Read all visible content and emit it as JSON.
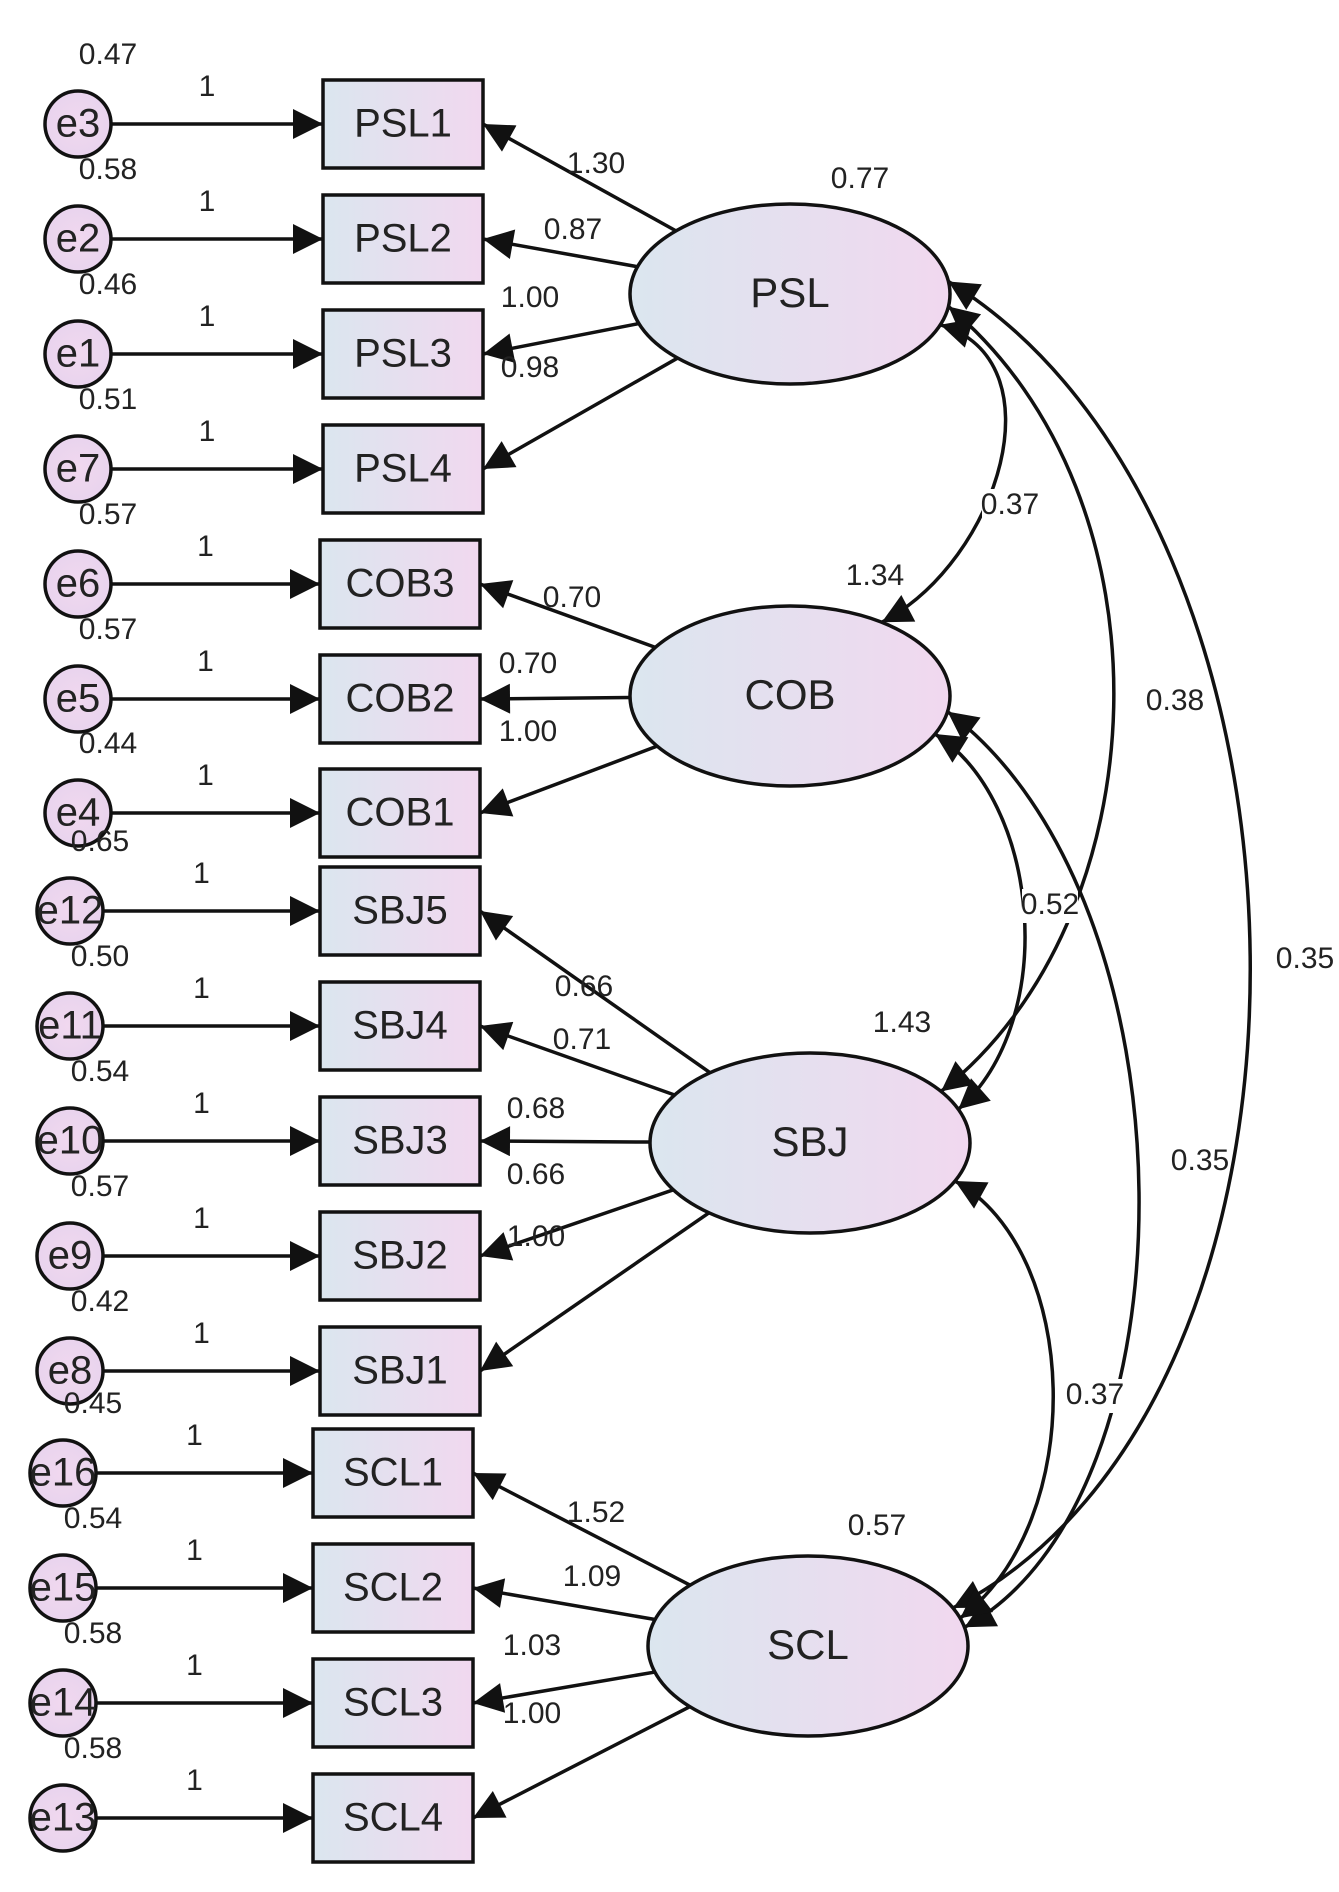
{
  "colors": {
    "fill_start": "#dbe6ef",
    "fill_end": "#f1d8ef",
    "stroke": "#111111"
  },
  "latents": [
    {
      "id": "PSL",
      "label": "PSL",
      "variance": "0.77"
    },
    {
      "id": "COB",
      "label": "COB",
      "variance": "1.34"
    },
    {
      "id": "SBJ",
      "label": "SBJ",
      "variance": "1.43"
    },
    {
      "id": "SCL",
      "label": "SCL",
      "variance": "0.57"
    }
  ],
  "indicators": [
    {
      "label": "PSL1",
      "latent": "PSL",
      "loading": "1.30",
      "error": "e3",
      "error_variance": "0.47"
    },
    {
      "label": "PSL2",
      "latent": "PSL",
      "loading": "0.87",
      "error": "e2",
      "error_variance": "0.58"
    },
    {
      "label": "PSL3",
      "latent": "PSL",
      "loading": "1.00",
      "error": "e1",
      "error_variance": "0.46"
    },
    {
      "label": "PSL4",
      "latent": "PSL",
      "loading": "0.98",
      "error": "e7",
      "error_variance": "0.51"
    },
    {
      "label": "COB3",
      "latent": "COB",
      "loading": "0.70",
      "error": "e6",
      "error_variance": "0.57"
    },
    {
      "label": "COB2",
      "latent": "COB",
      "loading": "0.70",
      "error": "e5",
      "error_variance": "0.57"
    },
    {
      "label": "COB1",
      "latent": "COB",
      "loading": "1.00",
      "error": "e4",
      "error_variance": "0.44"
    },
    {
      "label": "SBJ5",
      "latent": "SBJ",
      "loading": "0.66",
      "error": "e12",
      "error_variance": "0.65"
    },
    {
      "label": "SBJ4",
      "latent": "SBJ",
      "loading": "0.71",
      "error": "e11",
      "error_variance": "0.50"
    },
    {
      "label": "SBJ3",
      "latent": "SBJ",
      "loading": "0.68",
      "error": "e10",
      "error_variance": "0.54"
    },
    {
      "label": "SBJ2",
      "latent": "SBJ",
      "loading": "0.66",
      "error": "e9",
      "error_variance": "0.57"
    },
    {
      "label": "SBJ1",
      "latent": "SBJ",
      "loading": "1.00",
      "error": "e8",
      "error_variance": "0.42"
    },
    {
      "label": "SCL1",
      "latent": "SCL",
      "loading": "1.52",
      "error": "e16",
      "error_variance": "0.45"
    },
    {
      "label": "SCL2",
      "latent": "SCL",
      "loading": "1.09",
      "error": "e15",
      "error_variance": "0.54"
    },
    {
      "label": "SCL3",
      "latent": "SCL",
      "loading": "1.03",
      "error": "e14",
      "error_variance": "0.58"
    },
    {
      "label": "SCL4",
      "latent": "SCL",
      "loading": "1.00",
      "error": "e13",
      "error_variance": "0.58"
    }
  ],
  "error_path_label": "1",
  "covariances": [
    {
      "from": "PSL",
      "to": "COB",
      "value": "0.37"
    },
    {
      "from": "PSL",
      "to": "SBJ",
      "value": "0.38"
    },
    {
      "from": "PSL",
      "to": "SCL",
      "value": "0.35"
    },
    {
      "from": "COB",
      "to": "SBJ",
      "value": "0.52"
    },
    {
      "from": "COB",
      "to": "SCL",
      "value": "0.35"
    },
    {
      "from": "SBJ",
      "to": "SCL",
      "value": "0.37"
    }
  ]
}
